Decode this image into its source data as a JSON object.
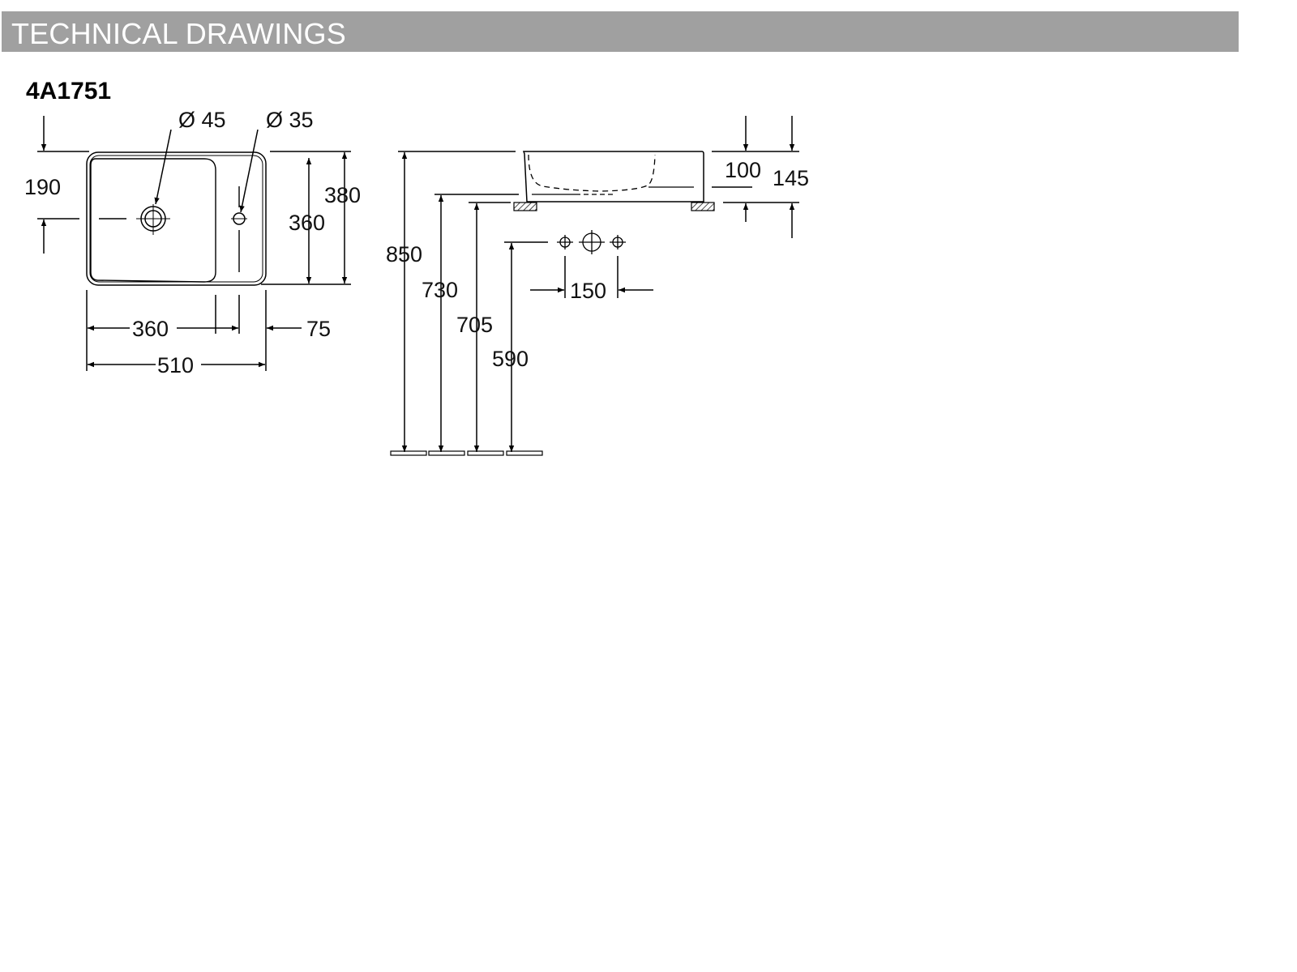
{
  "header": {
    "title": "TECHNICAL DRAWINGS"
  },
  "model": {
    "code": "4A1751"
  },
  "plan_view": {
    "diameter_waste": "Ø 45",
    "diameter_tap": "Ø 35",
    "offset_waste": "190",
    "depth_outer": "380",
    "depth_inner": "360",
    "width_basin": "360",
    "width_shelf": "75",
    "width_total": "510"
  },
  "side_view": {
    "height_top": "850",
    "height_base": "730",
    "height_under": "705",
    "height_tap": "590",
    "tap_spacing": "150",
    "basin_height": "100",
    "total_height": "145"
  }
}
